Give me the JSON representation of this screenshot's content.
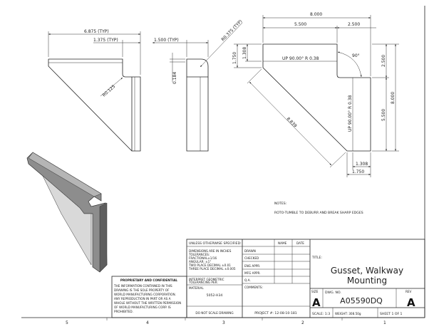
{
  "drawing": {
    "front_view": {
      "overall": "6.875 (TYP)",
      "flange": "1.375 (TYP)",
      "relief_radius": "R0.125"
    },
    "side_view": {
      "width": "1.500 (TYP)",
      "thickness": "0.184",
      "bend_radius": "R0.375 (TYP)"
    },
    "flat_pattern": {
      "overall_width": "8.000",
      "seg_a": "5.500",
      "seg_b": "2.500",
      "left_outer": "1.750",
      "left_inner": "1.308",
      "right_top": "2.500",
      "right_bottom": "5.500",
      "right_overall": "8.000",
      "bottom_inner": "1.308",
      "bottom_outer": "1.750",
      "diagonal": "8.839",
      "angle": "90°",
      "bend_top": "UP  90.00°  R 0.38",
      "bend_side": "UP  90.00°  R 0.38"
    },
    "notes": {
      "heading": "NOTES:",
      "line1": "ROTO-TUMBLE TO DEBURR AND BREAK SHARP EDGES"
    }
  },
  "title_block": {
    "unless": "UNLESS OTHERWISE SPECIFIED:",
    "name_col": "NAME",
    "date_col": "DATE",
    "tol": [
      "DIMENSIONS ARE IN INCHES",
      "TOLERANCES:",
      "FRACTIONAL±1/16",
      "ANGULAR: ±1°",
      "TWO PLACE DECIMAL    ±0.01",
      "THREE PLACE DECIMAL  ±0.005"
    ],
    "rows": [
      "DRAWN",
      "CHECKED",
      "ENG APPR.",
      "MFG APPR.",
      "Q.A.",
      "COMMENTS:"
    ],
    "interpret": [
      "INTERPRET GEOMETRIC",
      "TOLERANCING PER:"
    ],
    "material_label": "MATERIAL",
    "material": "5052-H34",
    "do_not_scale": "DO NOT SCALE DRAWING",
    "project": "PROJECT #: 12-08-10-181",
    "title_label": "TITLE:",
    "title": [
      "Gusset, Walkway",
      "Mounting"
    ],
    "size_label": "SIZE",
    "size": "A",
    "dwg_label": "DWG.  NO.",
    "dwg_no": "A05590DQ",
    "rev_label": "REV",
    "rev": "A",
    "scale": "SCALE: 1:3",
    "weight": "WEIGHT: 308.50g",
    "sheet": "SHEET 1 OF 1",
    "proprietary_title": "PROPRIETARY AND CONFIDENTIAL",
    "proprietary": [
      "THE INFORMATION CONTAINED IN THIS",
      "DRAWING IS THE SOLE PROPERTY OF",
      "WORLD MANUFACTURING CORPORATION.",
      "ANY  REPRODUCTION IN PART OR AS A",
      "WHOLE WITHOUT THE WRITTEN PERMISSION",
      "OF WORLD MANUFACTURING CORP. IS",
      "PROHIBITED."
    ]
  },
  "zones": [
    "5",
    "4",
    "3",
    "2",
    "1"
  ]
}
